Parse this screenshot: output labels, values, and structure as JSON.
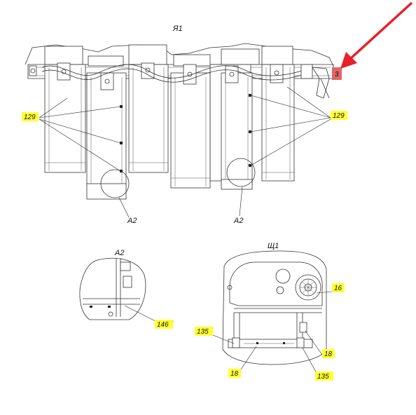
{
  "view_labels": {
    "top": "Я1",
    "left_detail_top": "A2",
    "left_detail_bottom": "A2",
    "detail_left_title": "A2",
    "detail_right_title": "Щ1"
  },
  "callouts": {
    "c129_left": "129",
    "c129_right": "129",
    "c3": "3",
    "c146": "146",
    "c16": "16",
    "c135_left": "135",
    "c18_right": "18",
    "c18_bottom": "18",
    "c135_bottom": "135"
  },
  "colors": {
    "callout_highlight": "#ffff33",
    "marker_red": "#e06666",
    "arrow_red": "#e8202a",
    "line": "#333333"
  }
}
